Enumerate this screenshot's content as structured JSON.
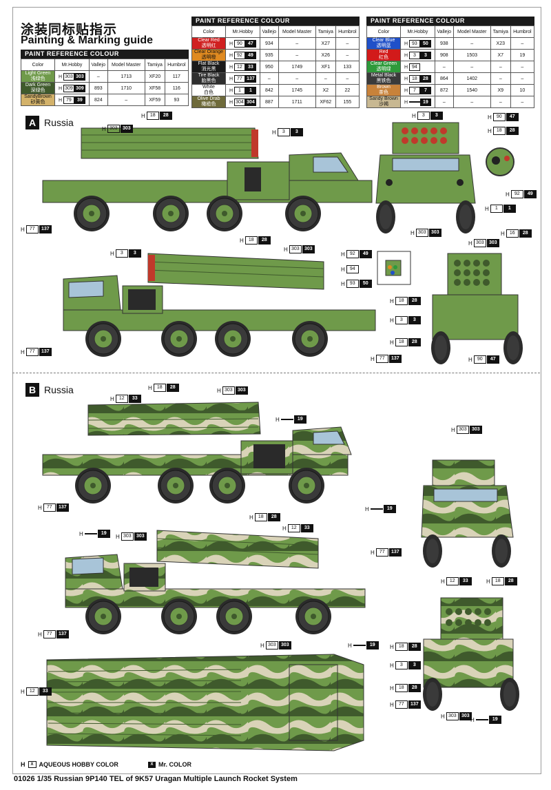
{
  "header": {
    "title_cn": "涂装同标贴指示",
    "title_en": "Painting & Marking guide"
  },
  "paint_tables": [
    {
      "heading": "PAINT  REFERENCE COLOUR",
      "columns": [
        "Color",
        "Mr.Hobby",
        "Vallejo",
        "Model Master",
        "Tamiya",
        "Humbrol"
      ],
      "rows": [
        {
          "name_en": "Light Green",
          "name_cn": "浅绿色",
          "color": "#6f9a4a",
          "h": "303",
          "hn": "303",
          "vallejo": "–",
          "master": "1713",
          "tamiya": "XF20",
          "humbrol": "117"
        },
        {
          "name_en": "Dark Green",
          "name_cn": "深绿色",
          "color": "#3f5a2c",
          "h": "309",
          "hn": "309",
          "vallejo": "893",
          "master": "1710",
          "tamiya": "XF58",
          "humbrol": "116"
        },
        {
          "name_en": "SandyBrown",
          "name_cn": "砂黄色",
          "color": "#d3b26a",
          "h": "79",
          "hn": "39",
          "vallejo": "824",
          "master": "–",
          "tamiya": "XF59",
          "humbrol": "93"
        }
      ]
    },
    {
      "heading": "PAINT  REFERENCE COLOUR",
      "columns": [
        "Color",
        "Mr.Hobby",
        "Vallejo",
        "Model Master",
        "Tamiya",
        "Humbrol"
      ],
      "rows": [
        {
          "name_en": "Clear Red",
          "name_cn": "透明红",
          "color": "#d02020",
          "h": "90",
          "hn": "47",
          "vallejo": "934",
          "master": "–",
          "tamiya": "X27",
          "humbrol": "–"
        },
        {
          "name_en": "Clear Orange",
          "name_cn": "透明橙",
          "color": "#e08a20",
          "h": "92",
          "hn": "49",
          "vallejo": "935",
          "master": "–",
          "tamiya": "X26",
          "humbrol": "–"
        },
        {
          "name_en": "Flat Black",
          "name_cn": "消光黑",
          "color": "#1a1a1a",
          "h": "12",
          "hn": "33",
          "vallejo": "950",
          "master": "1749",
          "tamiya": "XF1",
          "humbrol": "133"
        },
        {
          "name_en": "Tire Black",
          "name_cn": "胎黑色",
          "color": "#2e2e2e",
          "h": "77",
          "hn": "137",
          "vallejo": "–",
          "master": "–",
          "tamiya": "–",
          "humbrol": "–"
        },
        {
          "name_en": "White",
          "name_cn": "白色",
          "color": "#ffffff",
          "h": "1",
          "hn": "1",
          "vallejo": "842",
          "master": "1745",
          "tamiya": "X2",
          "humbrol": "22"
        },
        {
          "name_en": "Olive Drab",
          "name_cn": "橄榄色",
          "color": "#6e6a3a",
          "h": "304",
          "hn": "304",
          "vallejo": "887",
          "master": "1711",
          "tamiya": "XF62",
          "humbrol": "155"
        }
      ]
    },
    {
      "heading": "PAINT  REFERENCE COLOUR",
      "columns": [
        "Color",
        "Mr.Hobby",
        "Vallejo",
        "Model Master",
        "Tamiya",
        "Humbrol"
      ],
      "rows": [
        {
          "name_en": "Clear Blue",
          "name_cn": "透明蓝",
          "color": "#2050c8",
          "h": "93",
          "hn": "50",
          "vallejo": "938",
          "master": "–",
          "tamiya": "X23",
          "humbrol": "–"
        },
        {
          "name_en": "Red",
          "name_cn": "红色",
          "color": "#d21a1a",
          "h": "3",
          "hn": "3",
          "vallejo": "908",
          "master": "1503",
          "tamiya": "X7",
          "humbrol": "19"
        },
        {
          "name_en": "Clear Green",
          "name_cn": "透明绿",
          "color": "#2e9a3a",
          "h": "94",
          "hn": "",
          "vallejo": "–",
          "master": "–",
          "tamiya": "–",
          "humbrol": "–"
        },
        {
          "name_en": "Metal Black",
          "name_cn": "黑铁色",
          "color": "#3a3a3a",
          "h": "18",
          "hn": "28",
          "vallejo": "864",
          "master": "1402",
          "tamiya": "–",
          "humbrol": "–"
        },
        {
          "name_en": "Brown",
          "name_cn": "茶色",
          "color": "#c8823a",
          "h": "7",
          "hn": "7",
          "vallejo": "872",
          "master": "1540",
          "tamiya": "X9",
          "humbrol": "10"
        },
        {
          "name_en": "Sandy Brown",
          "name_cn": "沙褐",
          "color": "#c8b892",
          "h": "",
          "hn": "19",
          "vallejo": "–",
          "master": "–",
          "tamiya": "–",
          "humbrol": "–"
        }
      ]
    }
  ],
  "sections": [
    {
      "letter": "A",
      "label": "Russia"
    },
    {
      "letter": "B",
      "label": "Russia"
    }
  ],
  "callouts_a": [
    {
      "h": "18",
      "n": "28"
    },
    {
      "h": "303",
      "n": "303"
    },
    {
      "h": "3",
      "n": "3"
    },
    {
      "h": "77",
      "n": "137"
    },
    {
      "h": "3",
      "n": "3"
    },
    {
      "h": "18",
      "n": "28"
    },
    {
      "h": "303",
      "n": "303"
    },
    {
      "h": "77",
      "n": "137"
    },
    {
      "h": "3",
      "n": "3"
    },
    {
      "h": "90",
      "n": "47"
    },
    {
      "h": "18",
      "n": "28"
    },
    {
      "h": "92",
      "n": "49"
    },
    {
      "h": "1",
      "n": "1"
    },
    {
      "h": "303",
      "n": "303"
    },
    {
      "h": "92",
      "n": "49"
    },
    {
      "h": "94",
      "n": ""
    },
    {
      "h": "93",
      "n": "50"
    },
    {
      "h": "16",
      "n": "28"
    },
    {
      "h": "303",
      "n": "303"
    },
    {
      "h": "18",
      "n": "28"
    },
    {
      "h": "3",
      "n": "3"
    },
    {
      "h": "18",
      "n": "28"
    },
    {
      "h": "77",
      "n": "137"
    },
    {
      "h": "90",
      "n": "47"
    }
  ],
  "callouts_b": [
    {
      "h": "18",
      "n": "28"
    },
    {
      "h": "12",
      "n": "33"
    },
    {
      "h": "303",
      "n": "303"
    },
    {
      "h": "",
      "n": "19"
    },
    {
      "h": "77",
      "n": "137"
    },
    {
      "h": "",
      "n": "19"
    },
    {
      "h": "303",
      "n": "303"
    },
    {
      "h": "18",
      "n": "28"
    },
    {
      "h": "12",
      "n": "33"
    },
    {
      "h": "77",
      "n": "137"
    },
    {
      "h": "303",
      "n": "303"
    },
    {
      "h": "",
      "n": "19"
    },
    {
      "h": "77",
      "n": "137"
    },
    {
      "h": "12",
      "n": "33"
    },
    {
      "h": "18",
      "n": "28"
    },
    {
      "h": "18",
      "n": "28"
    },
    {
      "h": "3",
      "n": "3"
    },
    {
      "h": "18",
      "n": "28"
    },
    {
      "h": "77",
      "n": "137"
    },
    {
      "h": "303",
      "n": "303"
    },
    {
      "h": "",
      "n": "19"
    },
    {
      "h": "303",
      "n": "303"
    },
    {
      "h": "",
      "n": "19"
    },
    {
      "h": "12",
      "n": "33"
    }
  ],
  "legend": {
    "aqueous_label": "AQUEOUS HOBBY COLOR",
    "mr_label": "Mr. COLOR",
    "aqueous_symbol": "H",
    "box_symbol": "X"
  },
  "footer": "01026 1/35 Russian 9P140 TEL of 9K57 Uragan Multiple Launch Rocket System"
}
